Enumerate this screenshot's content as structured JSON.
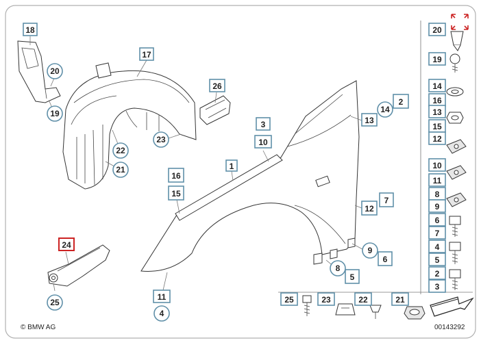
{
  "copyright": "© BMW AG",
  "doc_number": "00143292",
  "main_labels": {
    "l18": "18",
    "l20a": "20",
    "l19a": "19",
    "l17": "17",
    "l26": "26",
    "l22": "22",
    "l21a": "21",
    "l23a": "23",
    "l1": "1",
    "l3a": "3",
    "l10a": "10",
    "l13a": "13",
    "l14a": "14",
    "l2a": "2",
    "l16a": "16",
    "l15a": "15",
    "l12a": "12",
    "l7a": "7",
    "l9a": "9",
    "l6a": "6",
    "l8a": "8",
    "l5a": "5",
    "l11a": "11",
    "l4a": "4",
    "l24": "24",
    "l25a": "25"
  },
  "parts_column": [
    "20",
    "19",
    "14",
    "16",
    "13",
    "15",
    "12",
    "10",
    "11",
    "8",
    "9",
    "6",
    "7",
    "4",
    "5",
    "2",
    "3"
  ],
  "bottom_row": [
    "25",
    "23",
    "22",
    "21"
  ],
  "icons": {
    "highlight_corner": "red-expand-corners-icon",
    "direction_arrow": "arrow-icon"
  }
}
